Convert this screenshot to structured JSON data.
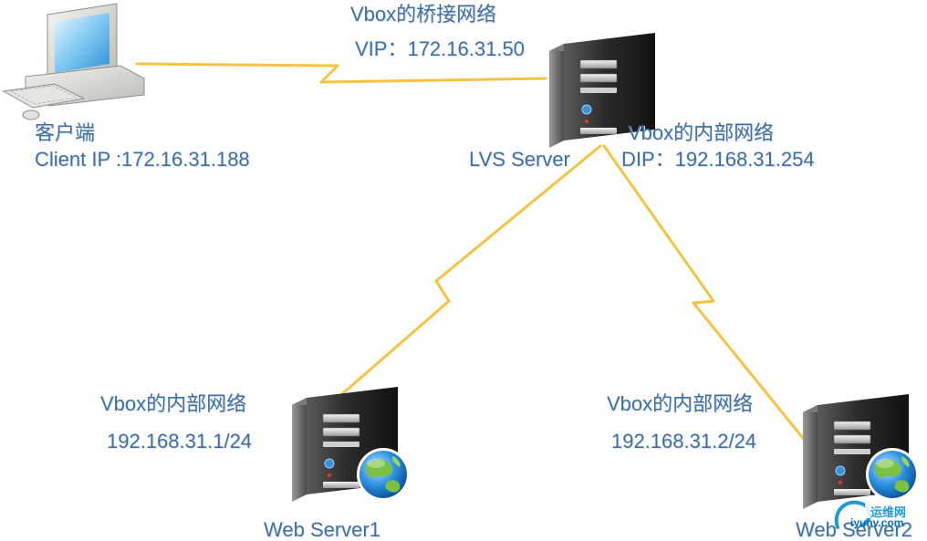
{
  "client": {
    "name": "客户端",
    "ip_label": "Client  IP :172.16.31.188"
  },
  "lvs": {
    "name": "LVS Server",
    "bridge_network": "Vbox的桥接网络",
    "vip": "VIP：172.16.31.50",
    "internal_network": "Vbox的内部网络",
    "dip": "DIP：192.168.31.254"
  },
  "web1": {
    "name": "Web Server1",
    "network": "Vbox的内部网络",
    "ip": "192.168.31.1/24"
  },
  "web2": {
    "name": "Web Server2",
    "network": "Vbox的内部网络",
    "ip": "192.168.31.2/24"
  },
  "watermark": {
    "title": "运维网",
    "url": "iyunv.com"
  },
  "colors": {
    "text": "#3f6ea3",
    "link": "#f5c242",
    "server_body": "#2a2a2a",
    "globe_ocean": "#1f7fd1",
    "globe_land": "#7cc242"
  }
}
